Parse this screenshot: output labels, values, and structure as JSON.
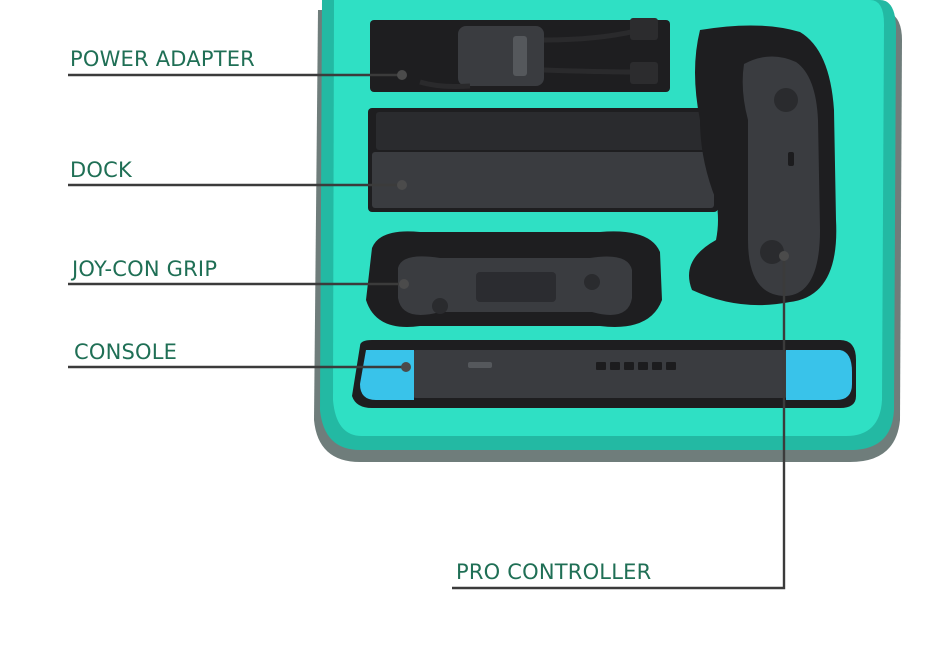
{
  "colors": {
    "foam": "#2fe0c4",
    "case_rim": "#23b9a3",
    "case_shadow": "#6f7d7b",
    "cutout": "#1e1e20",
    "device": "#3a3c40",
    "label_text": "#1f6f55",
    "leader_line": "#3b3b3b",
    "joycon_blue": "#39c3ea"
  },
  "labels": {
    "power_adapter": "POWER ADAPTER",
    "dock": "DOCK",
    "joycon_grip": "JOY-CON GRIP",
    "console": "CONSOLE",
    "pro_controller": "PRO CONTROLLER"
  }
}
